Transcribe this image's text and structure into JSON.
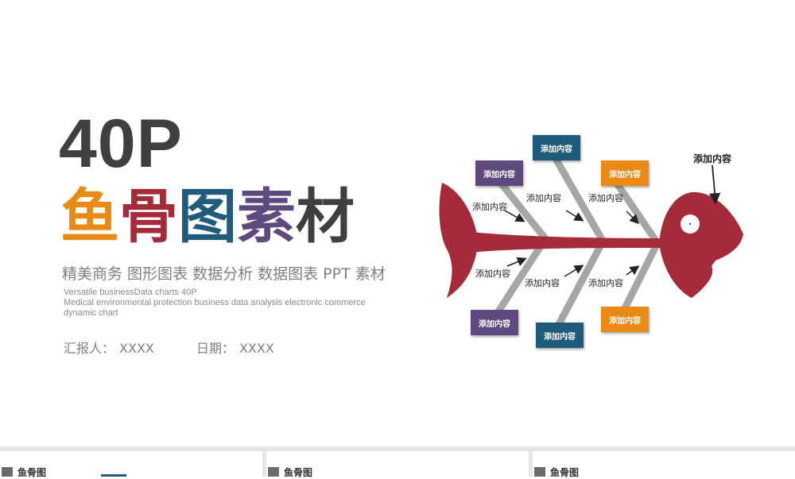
{
  "slide": {
    "title_big": "40P",
    "title_cn": [
      {
        "text": "鱼",
        "color": "#e98a16"
      },
      {
        "text": "骨",
        "color": "#a52a3a"
      },
      {
        "text": "图",
        "color": "#1f5b7a"
      },
      {
        "text": "素",
        "color": "#5e4a7e"
      },
      {
        "text": "材",
        "color": "#3f3f3f"
      }
    ],
    "subtitle_cn": "精美商务 图形图表 数据分析 数据图表  PPT 素材",
    "en_lines": [
      "Versatile businessData charts 40P",
      "Medical environmental protection business data analysis electronic commerce",
      "dynamic chart"
    ],
    "reporter_label": "汇报人：",
    "reporter_value": "XXXX",
    "date_label": "日期：",
    "date_value": "XXXX"
  },
  "fishbone": {
    "head_label": "添加内容",
    "boxes": [
      {
        "text": "添加内容",
        "color": "#5e4a7e"
      },
      {
        "text": "添加内容",
        "color": "#1f5b7a"
      },
      {
        "text": "添加内容",
        "color": "#e98a16"
      },
      {
        "text": "添加内容",
        "color": "#5e4a7e"
      },
      {
        "text": "添加内容",
        "color": "#1f5b7a"
      },
      {
        "text": "添加内容",
        "color": "#e98a16"
      }
    ],
    "bone_labels": [
      "添加内容",
      "添加内容",
      "添加内容",
      "添加内容",
      "添加内容",
      "添加内容"
    ],
    "fish_color": "#a52a3a",
    "bone_color": "#a6a6a6"
  },
  "thumbnails": [
    {
      "label": "鱼骨图"
    },
    {
      "label": "鱼骨图"
    },
    {
      "label": "鱼骨图"
    }
  ]
}
